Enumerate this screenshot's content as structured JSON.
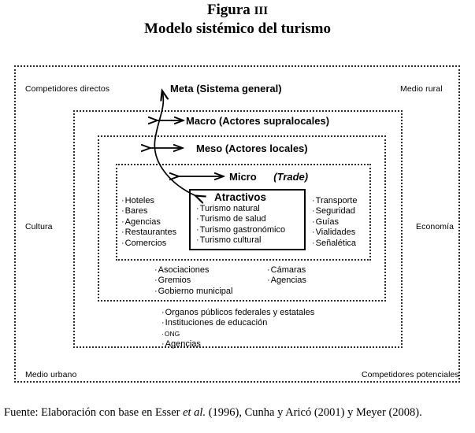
{
  "figure": {
    "title_label": "Figura",
    "title_number": "III",
    "subtitle": "Modelo sistémico del turismo"
  },
  "environment_labels": {
    "top_left": "Competidores directos",
    "top_right": "Medio rural",
    "left": "Cultura",
    "right": "Economía",
    "bottom_left": "Medio urbano",
    "bottom_right": "Competidores potenciales"
  },
  "levels": [
    {
      "name": "meta",
      "label": "Meta  (Sistema general)",
      "has_arrow": false
    },
    {
      "name": "macro",
      "label": "Macro  (Actores  supralocales)",
      "has_arrow": true
    },
    {
      "name": "meso",
      "label": "Meso  (Actores  locales)",
      "has_arrow": true
    },
    {
      "name": "micro",
      "label": "Micro",
      "label_italic": "(Trade)",
      "has_arrow": true
    }
  ],
  "micro_lists": {
    "left": [
      "Hoteles",
      "Bares",
      "Agencias",
      "Restaurantes",
      "Comercios"
    ],
    "right": [
      "Transporte",
      "Seguridad",
      "Guías",
      "Vialidades",
      "Señalética"
    ]
  },
  "atractivos": {
    "title": "Atractivos",
    "items": [
      "Turismo natural",
      "Turismo de salud",
      "Turismo gastronómico",
      "Turismo cultural"
    ]
  },
  "meso_lists": {
    "left": [
      "Asociaciones",
      "Gremios",
      "Gobierno municipal"
    ],
    "right": [
      "Cámaras",
      "Agencias"
    ]
  },
  "macro_list": [
    "Organos públicos federales y estatales",
    "Instituciones de educación",
    "ONG",
    "Agencias"
  ],
  "source": {
    "prefix": "Fuente: Elaboración con base en Esser ",
    "italic": "et al.",
    "suffix": " (1996), Cunha y Aricó (2001) y Meyer (2008)."
  },
  "colors": {
    "frame": "#2b2b2b",
    "solid_box": "#000000",
    "background": "#ffffff"
  }
}
